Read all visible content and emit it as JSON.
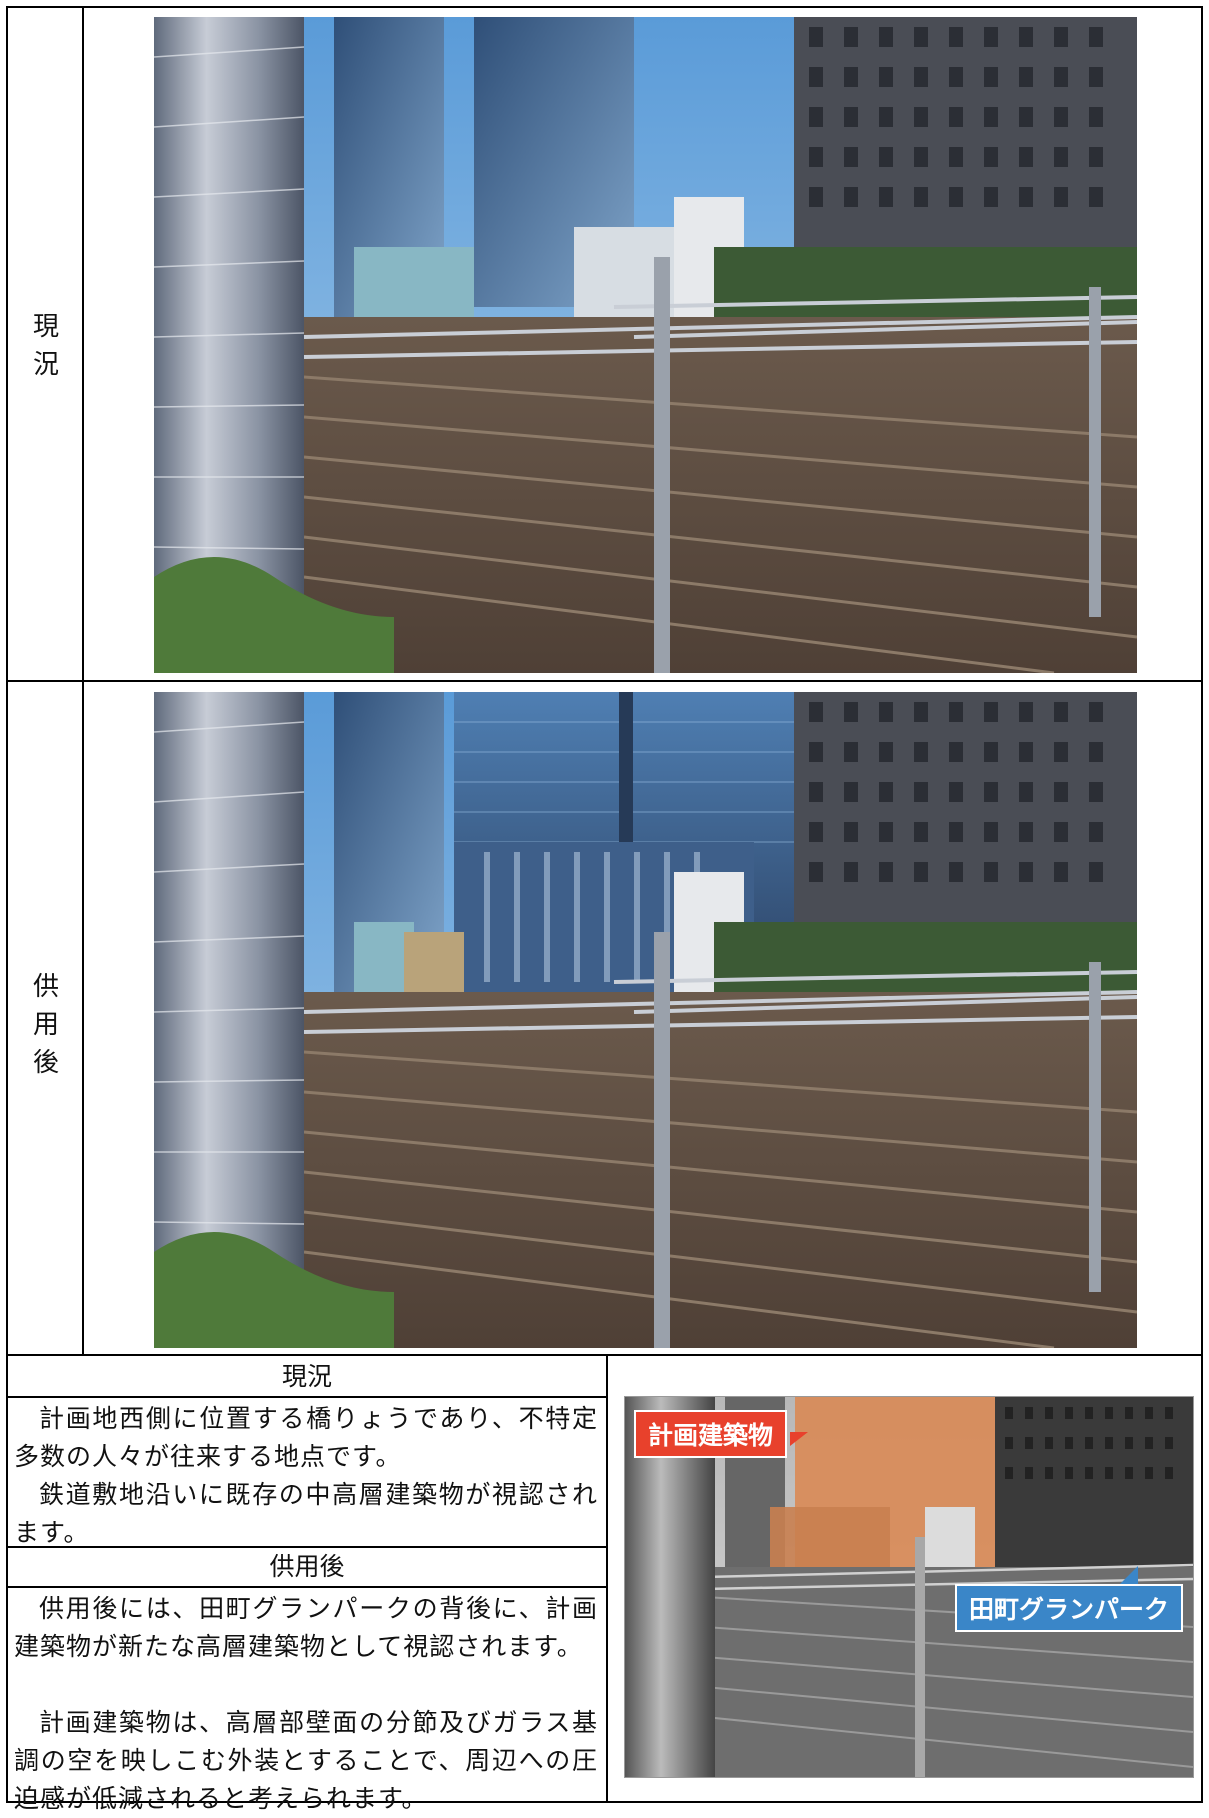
{
  "current_label": "現況",
  "after_label": "供用後",
  "current_label_chars": [
    "現",
    "況"
  ],
  "after_label_chars": [
    "供",
    "用",
    "後"
  ],
  "current_heading": "現況",
  "current_paragraphs": [
    "計画地西側に位置する橋りょうであり、不特定多数の人々が往来する地点です。",
    "鉄道敷地沿いに既存の中高層建築物が視認されます。"
  ],
  "after_heading": "供用後",
  "after_paragraphs": [
    "供用後には、田町グランパークの背後に、計画建築物が新たな高層建築物として視認されます。",
    "計画建築物は、高層部壁面の分節及びガラス基調の空を映しこむ外装とすることで、周辺への圧迫感が低減されると考えられます。"
  ],
  "callouts": {
    "planned_building": "計画建築物",
    "tamachi": "田町グランパーク"
  },
  "colors": {
    "callout_red": "#e8412c",
    "callout_blue": "#3a86c8",
    "highlight_orange": "#d98a55"
  }
}
